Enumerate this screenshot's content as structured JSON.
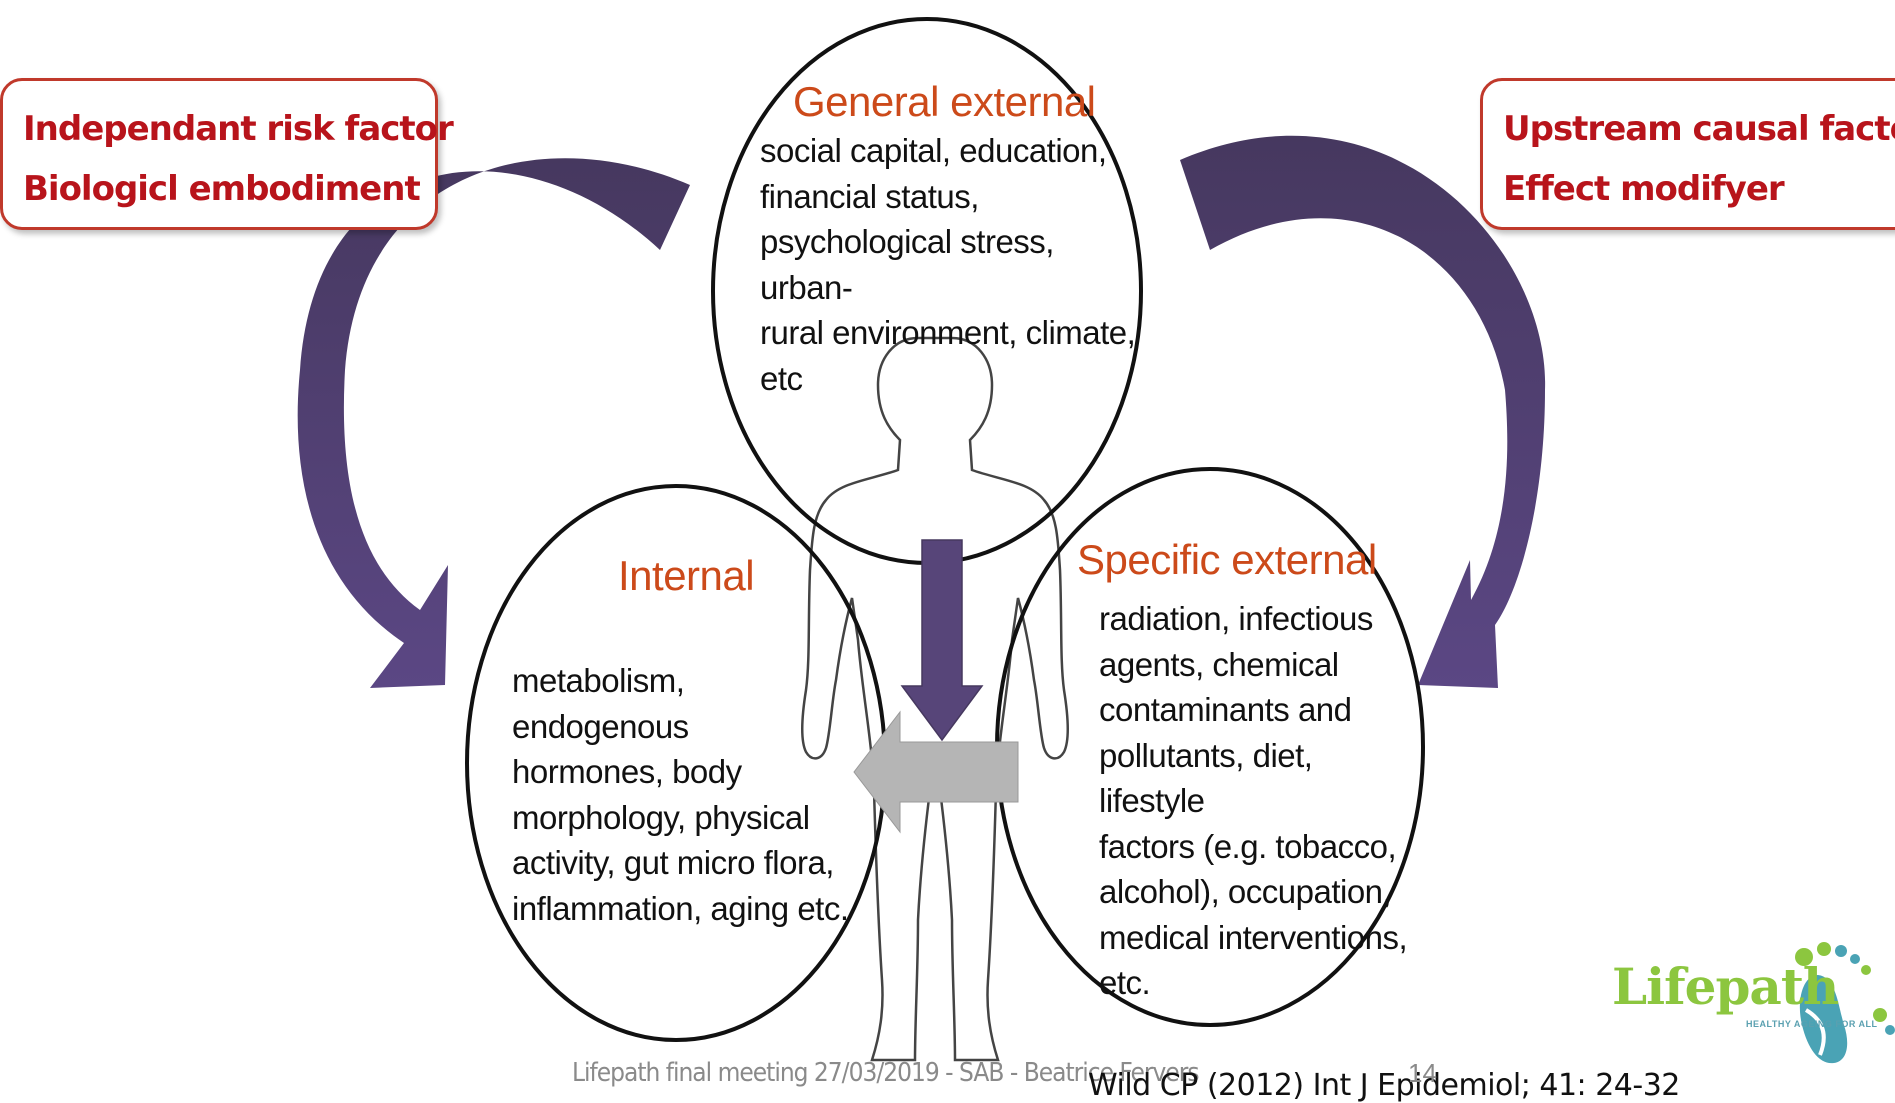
{
  "left_box": {
    "line1": "Independant risk factor",
    "line2": "Biologicl embodiment"
  },
  "right_box": {
    "line1": "Upstream causal factor",
    "line2": "Effect modifyer"
  },
  "general_external": {
    "heading": "General external",
    "text": "social capital, education,\nfinancial status,\npsychological stress, urban-\nrural environment, climate,\netc"
  },
  "internal": {
    "heading": "Internal",
    "text": "metabolism, endogenous\nhormones, body\nmorphology, physical\nactivity, gut micro flora,\ninflammation, aging etc."
  },
  "specific_external": {
    "heading": "Specific external",
    "text": "radiation, infectious\nagents, chemical\ncontaminants and\npollutants, diet, lifestyle\nfactors (e.g. tobacco,\nalcohol), occupation,\nmedical interventions,\netc."
  },
  "footer": {
    "meeting": "Lifepath final meeting 27/03/2019 - SAB - Beatrice Fervers",
    "page": "14",
    "citation": "Wild CP (2012) Int J Epidemiol; 41: 24-32"
  },
  "logo": {
    "name": "Lifepath",
    "tagline": "HEALTHY AGEING FOR ALL"
  },
  "colors": {
    "arrow_purple": "#4f3d6e",
    "heading_orange": "#cc4a1a",
    "box_border": "#c0392b",
    "box_text": "#b8141b",
    "grey_arrow": "#b5b5b5"
  }
}
